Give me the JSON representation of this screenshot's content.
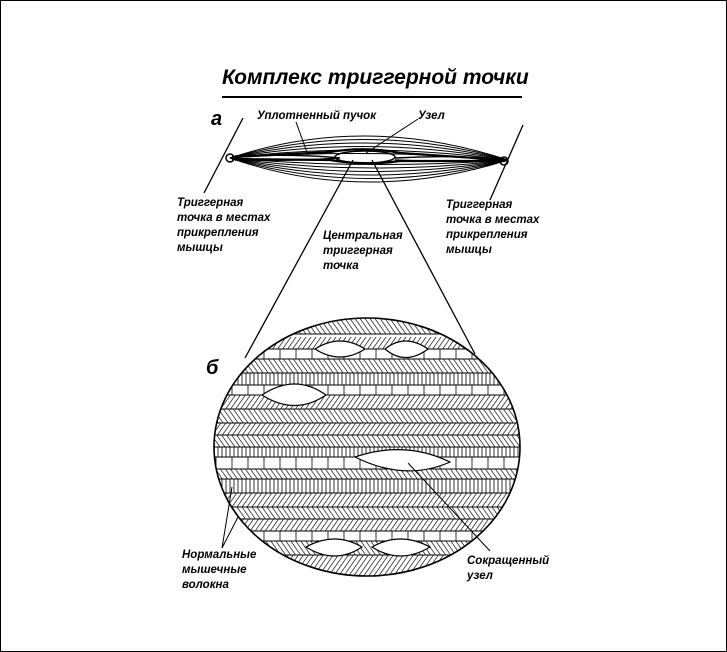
{
  "title": "Комплекс триггерной точки",
  "panel_a": "а",
  "panel_b": "б",
  "labels": {
    "dense_bundle": "Уплотненный пучок",
    "knot": "Узел",
    "trigger_left": "Триггерная\nточка в местах\nприкрепления\nмышцы",
    "trigger_right": "Триггерная\nточка в местах\nприкрепления\nмышцы",
    "central_trigger": "Центральная\nтриггерная\nточка",
    "normal_fibers": "Нормальные\nмышечные\nволокна",
    "contracted_knot": "Сокращенный\nузел"
  }
}
